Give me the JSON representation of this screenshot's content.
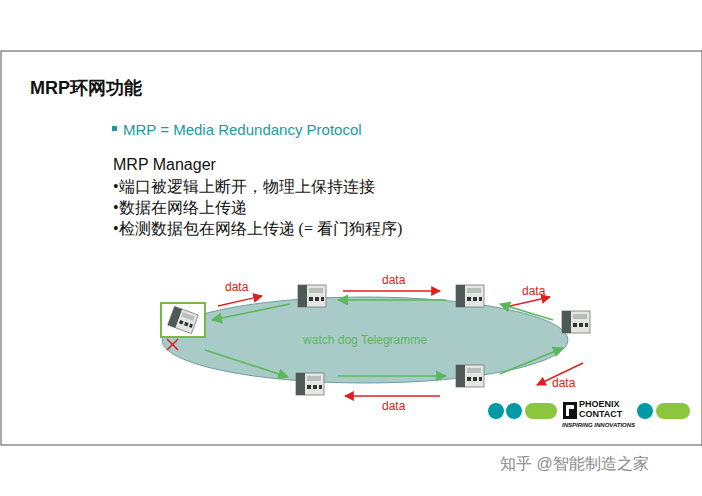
{
  "diagram": {
    "title": "MRP环网功能",
    "nodes": [
      {
        "text": [
          "watch dog Telegramme"
        ]
      }
    ],
    "labels": [
      "MRP = Media Redundancy Protocol",
      "MRP Manager",
      "•端口被逻辑上断开，物理上保持连接",
      "•数据在网络上传递",
      "•检测数据包在网络上传递 (= 看门狗程序)",
      "data",
      "data",
      "data",
      "data",
      "data",
      "PHOENIX",
      "CONTACT",
      "INSPIRING INNOVATIONS",
      "知乎 @智能制造之家"
    ]
  }
}
